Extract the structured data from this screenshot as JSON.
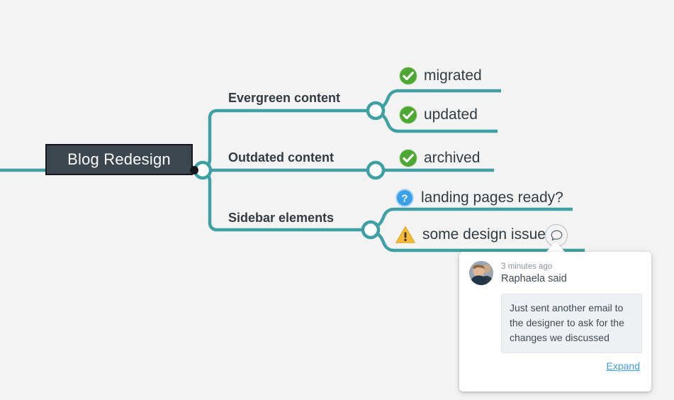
{
  "canvas": {
    "background_color": "#f2f3f2",
    "branch_color": "#3fa0a3",
    "root_fill": "#3c464f",
    "root_border": "#14181c"
  },
  "mindmap": {
    "root": {
      "label": "Blog Redesign"
    },
    "branches": [
      {
        "label": "Evergreen content",
        "leaves": [
          {
            "icon": "check-circle-icon",
            "text": "migrated",
            "icon_color": "#4CA832"
          },
          {
            "icon": "check-circle-icon",
            "text": "updated",
            "icon_color": "#4CA832"
          }
        ]
      },
      {
        "label": "Outdated content",
        "leaves": [
          {
            "icon": "check-circle-icon",
            "text": "archived",
            "icon_color": "#4CA832"
          }
        ]
      },
      {
        "label": "Sidebar elements",
        "leaves": [
          {
            "icon": "question-circle-icon",
            "text": "landing pages ready?",
            "icon_color": "#3aa0e8"
          },
          {
            "icon": "warning-triangle-icon",
            "text": "some design issues",
            "icon_color": "#f5bb35"
          }
        ]
      }
    ]
  },
  "comment_marker": {
    "icon": "speech-bubble-icon"
  },
  "popup": {
    "timestamp": "3 minutes ago",
    "author_line": "Raphaela said",
    "message": "Just sent another email to the designer to ask for the changes we discussed",
    "expand_label": "Expand",
    "link_color": "#3d9ae8",
    "avatar": "user-avatar"
  }
}
